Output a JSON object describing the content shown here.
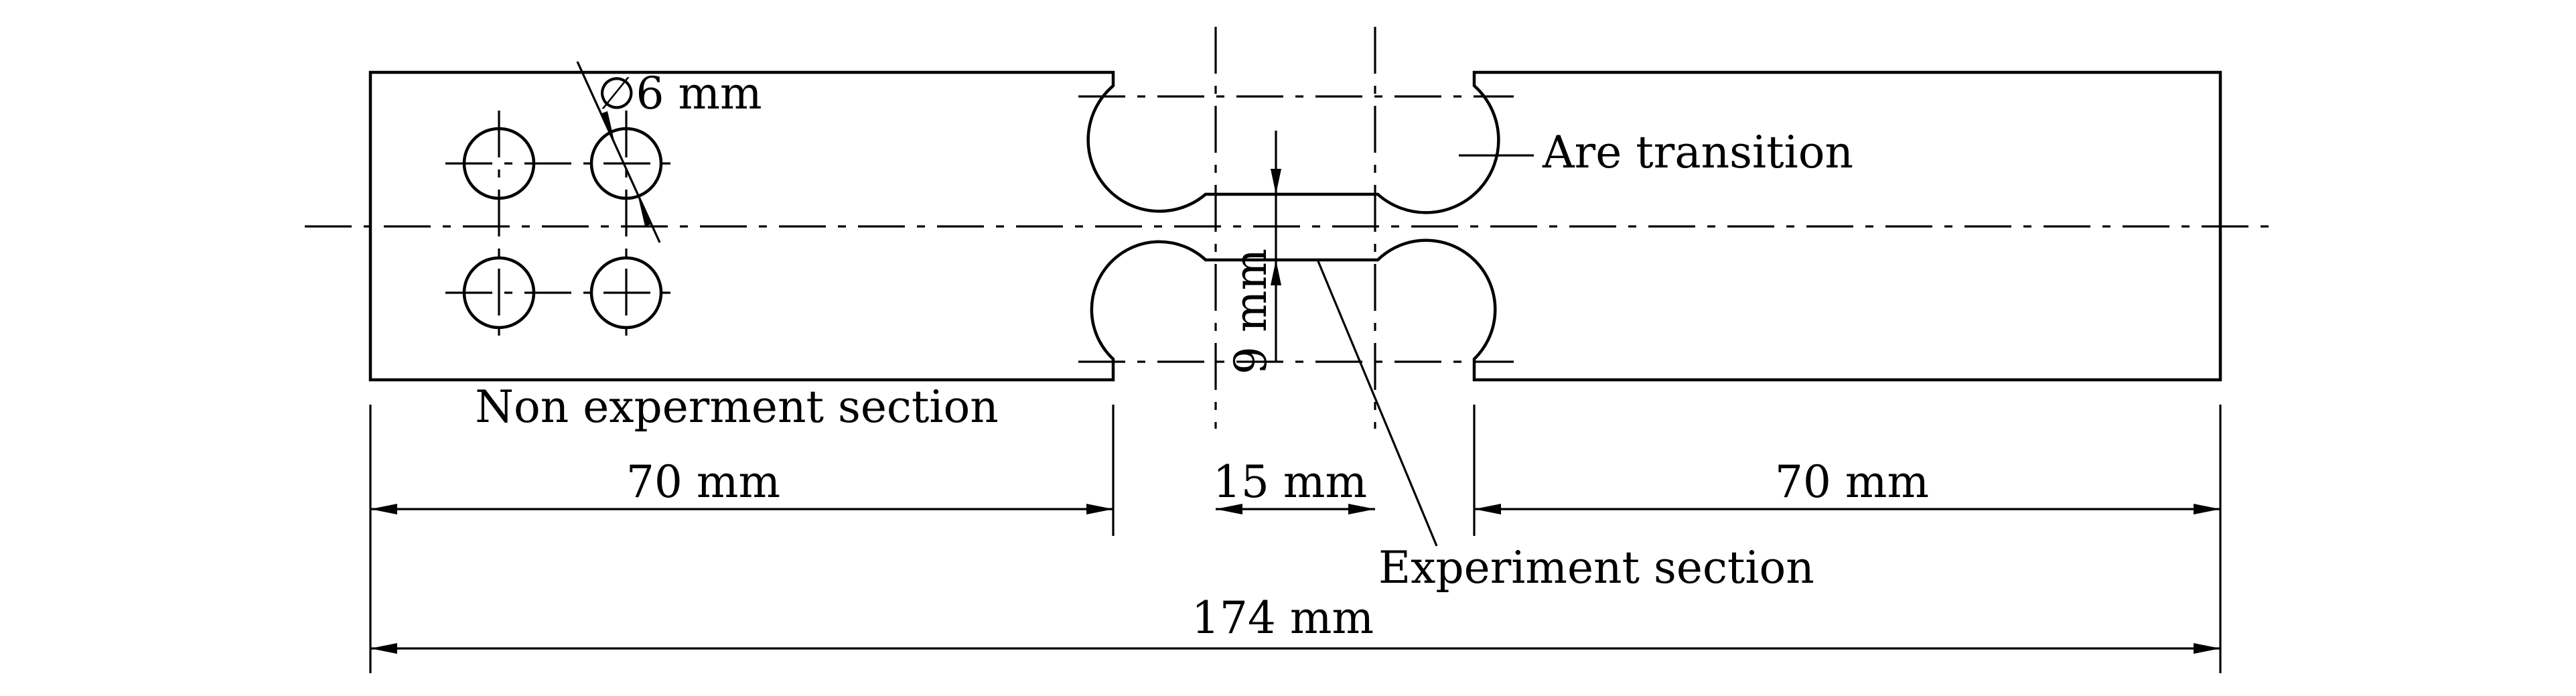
{
  "diagram": {
    "colors": {
      "line": "#000000",
      "background": "#ffffff"
    },
    "labels": {
      "hole_diameter": "∅6 mm",
      "arc_transition": "Are transition",
      "non_experiment_section": "Non experment section",
      "left_grip_length": "70 mm",
      "gauge_length": "15 mm",
      "right_grip_length": "70 mm",
      "experiment_section": "Experiment section",
      "total_length": "174 mm",
      "gauge_width": "9 mm"
    }
  }
}
